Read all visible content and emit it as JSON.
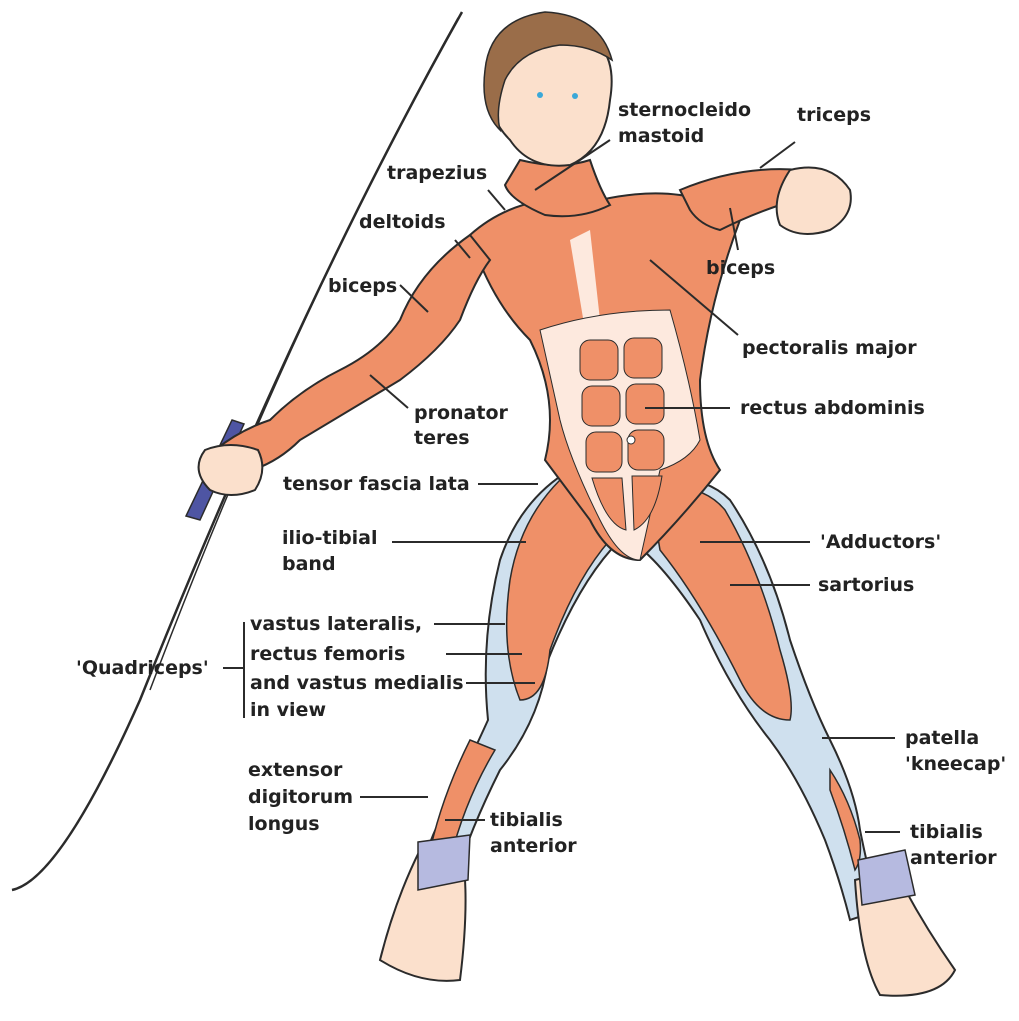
{
  "colors": {
    "muscle": "#ef9068",
    "muscle_light": "#f6b396",
    "tendon": "#fde9de",
    "skin": "#fbe0cc",
    "hair": "#9a6d49",
    "outline": "#2b2b2b",
    "grip": "#4e55a3",
    "strap": "#b6bae0",
    "band": "#cfe0ee",
    "eye": "#3aa8d8"
  },
  "labels": {
    "sternocleido": "sternocleido",
    "mastoid": "mastoid",
    "triceps": "triceps",
    "trapezius": "trapezius",
    "deltoids": "deltoids",
    "biceps_right": "biceps",
    "biceps_left": "biceps",
    "pectoralis_major": "pectoralis major",
    "pronator": "pronator",
    "teres": "teres",
    "rectus_abdominis": "rectus abdominis",
    "tensor_fascia_lata": "tensor fascia lata",
    "ilio_tibial": "ilio-tibial",
    "band": "band",
    "adductors": "'Adductors'",
    "sartorius": "sartorius",
    "quadriceps": "'Quadriceps'",
    "quad_line1": "vastus lateralis,",
    "quad_line2": "rectus femoris",
    "quad_line3": "and vastus medialis",
    "quad_line4": "in view",
    "patella": "patella",
    "kneecap": "'kneecap'",
    "extensor": "extensor",
    "digitorum": "digitorum",
    "longus": "longus",
    "tibialis_left_1": "tibialis",
    "tibialis_left_2": "anterior",
    "tibialis_right_1": "tibialis",
    "tibialis_right_2": "anterior"
  }
}
